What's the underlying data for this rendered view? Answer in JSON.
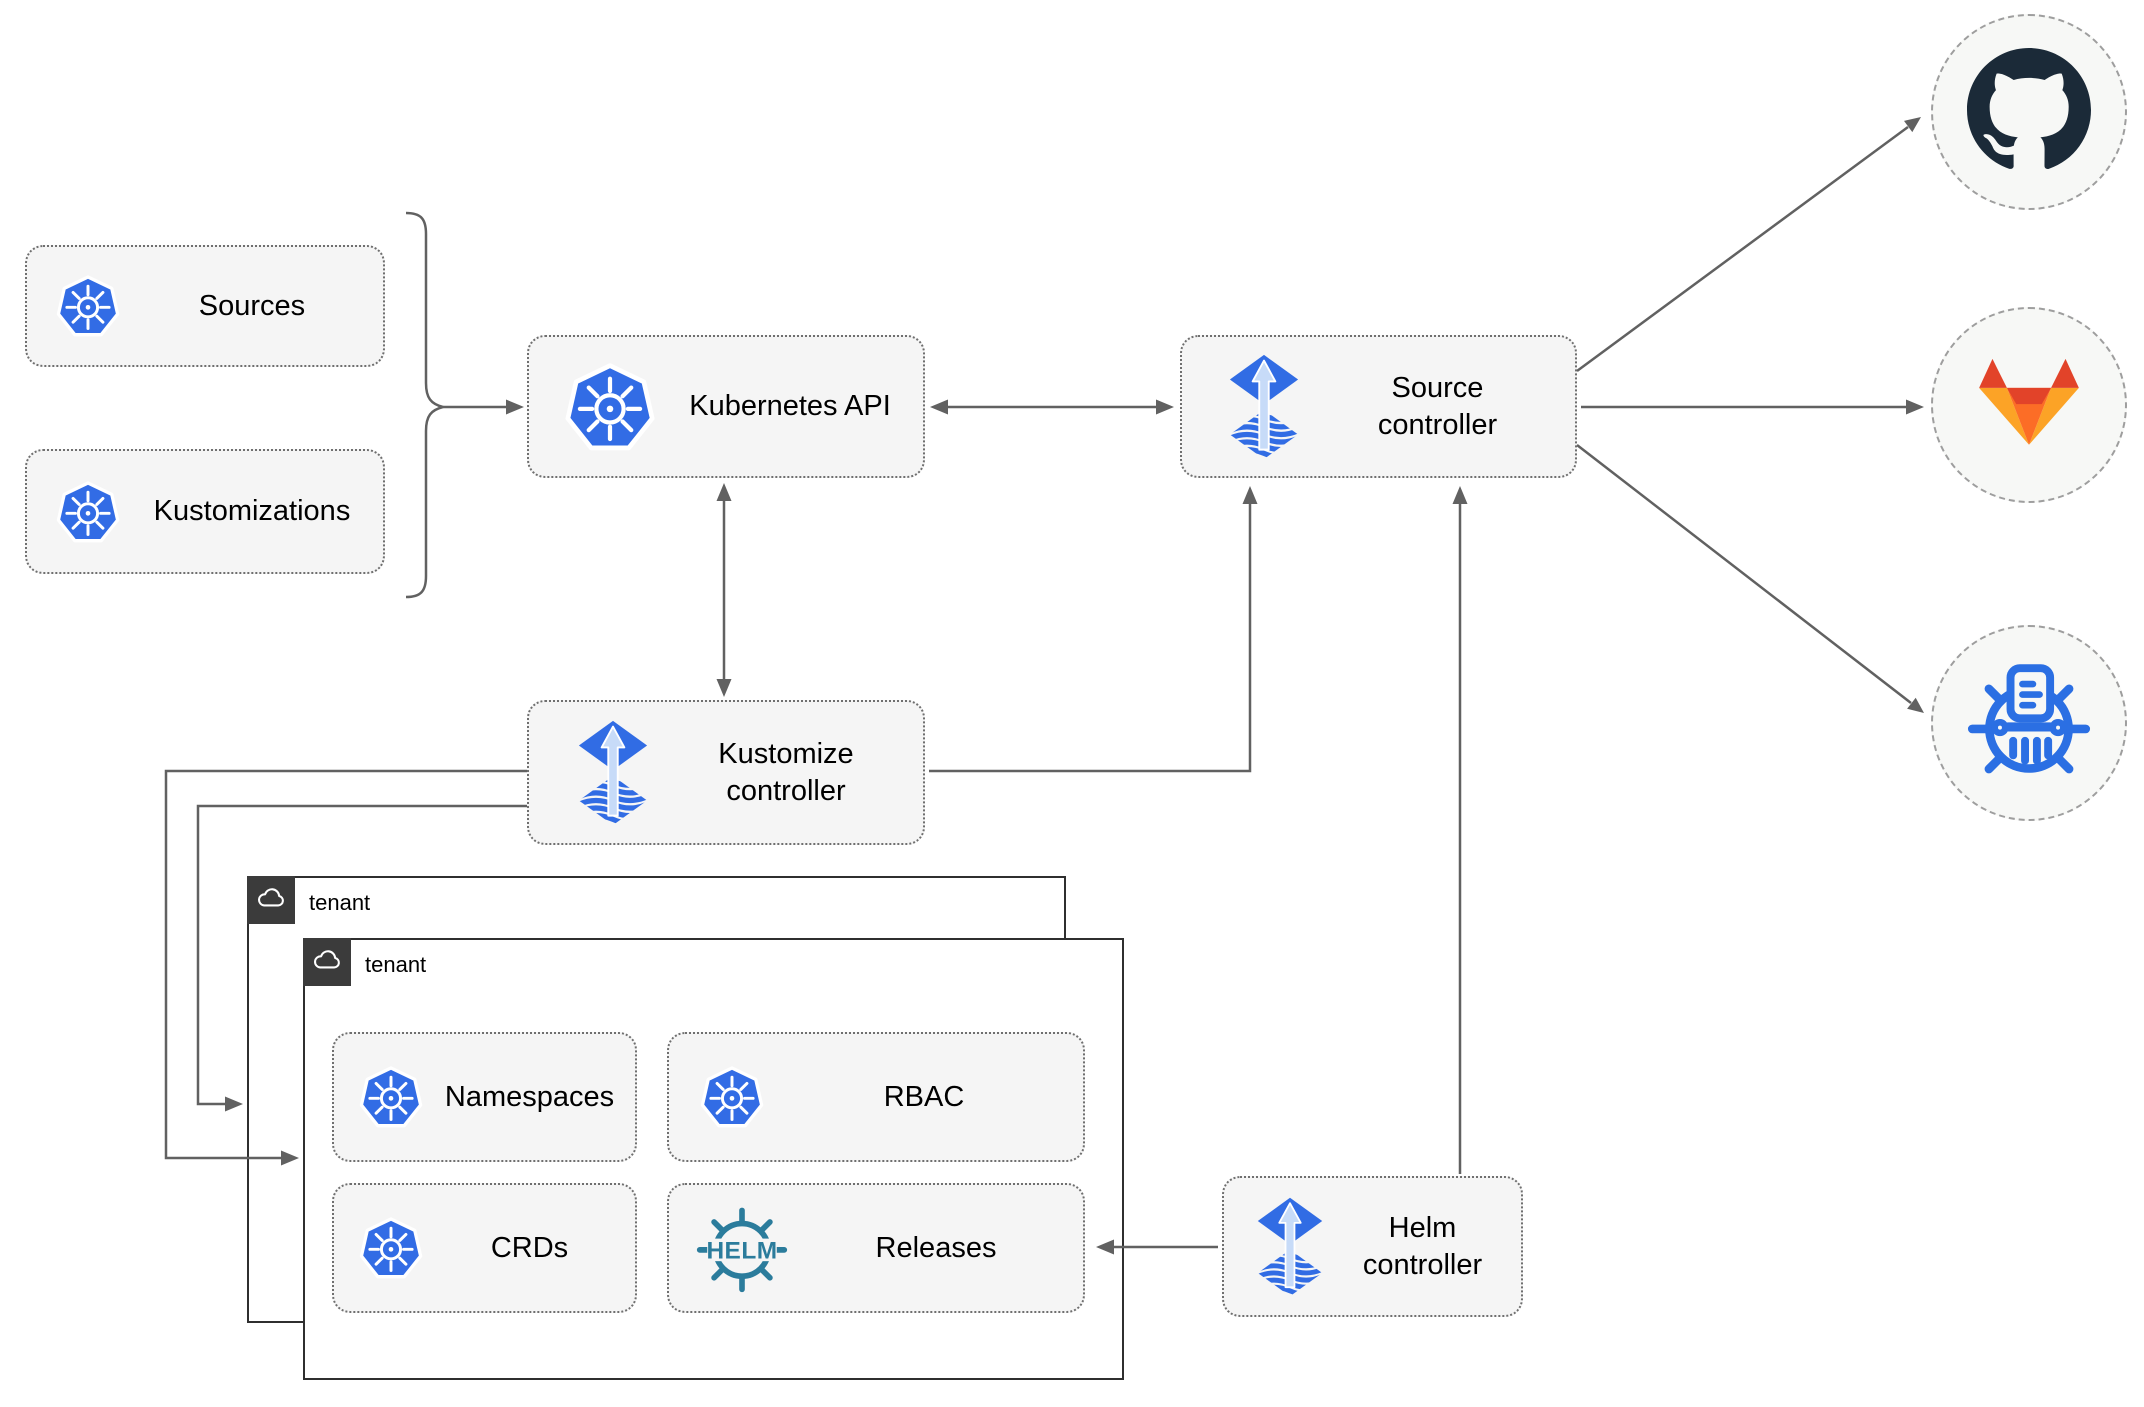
{
  "nodes": {
    "sources": {
      "label": "Sources"
    },
    "kustomizations": {
      "label": "Kustomizations"
    },
    "kubernetes_api": {
      "label": "Kubernetes API"
    },
    "source_controller": {
      "label": "Source controller"
    },
    "kustomize_controller": {
      "label": "Kustomize controller"
    },
    "helm_controller": {
      "label": "Helm controller"
    },
    "tenant_outer": {
      "label": "tenant"
    },
    "tenant_inner": {
      "label": "tenant"
    },
    "namespaces": {
      "label": "Namespaces"
    },
    "rbac": {
      "label": "RBAC"
    },
    "crds": {
      "label": "CRDs"
    },
    "releases": {
      "label": "Releases"
    }
  },
  "icons": {
    "helm_logo_text": "HELM",
    "kubernetes": "kubernetes-icon",
    "flux": "flux-icon",
    "github": "github-icon",
    "gitlab": "gitlab-icon",
    "chart_repository": "chart-repository-icon",
    "cloud": "cloud-icon"
  },
  "colors": {
    "kubernetes_blue": "#326CE5",
    "flux_blue": "#316CE4",
    "flux_arrow": "#C7DBF8",
    "helm_teal": "#2B7C9C",
    "github_dark": "#1B2A38",
    "gitlab_red": "#E24329",
    "gitlab_orange": "#FC6D26",
    "gitlab_amber": "#FCA326",
    "chart_repo_blue": "#2B6FE3",
    "connector_gray": "#616161",
    "box_fill": "#F5F5F5",
    "box_border": "#6F6F6F",
    "tenant_tab": "#3B3B3B",
    "circle_fill": "#F7F8F6",
    "circle_border": "#9E9E9E"
  }
}
